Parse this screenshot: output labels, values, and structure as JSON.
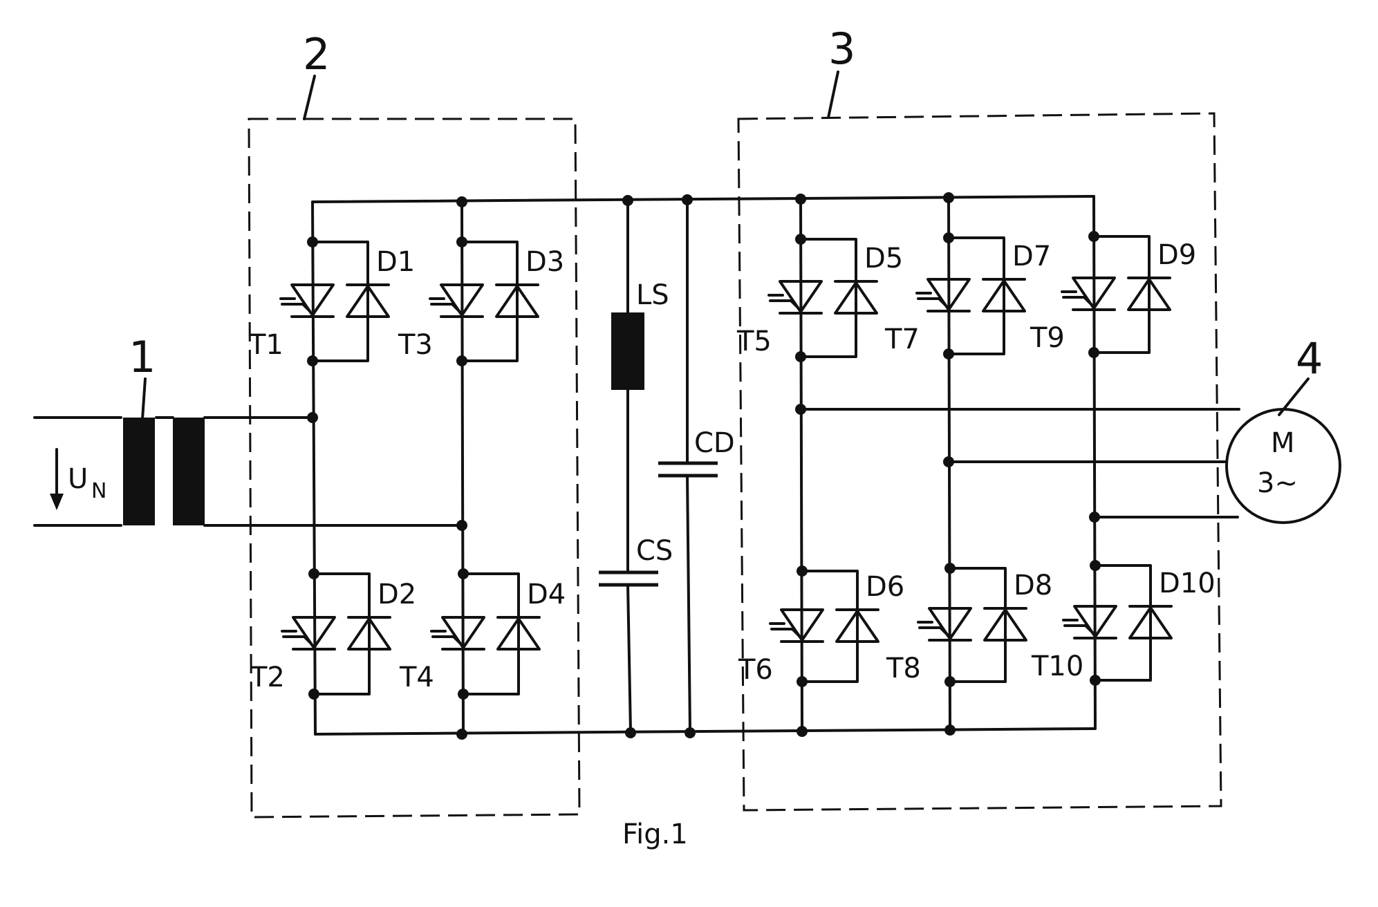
{
  "labels": {
    "transformer_ref": "1",
    "rectifier_ref": "2",
    "inverter_ref": "3",
    "motor_ref": "4",
    "voltage_symbol": "U",
    "voltage_subscript": "N",
    "motor_line1": "M",
    "motor_line2": "3~",
    "figure_caption": "Fig.1",
    "inductor": "LS",
    "capacitor_series": "CS",
    "capacitor_dc": "CD"
  },
  "switch_cells": [
    {
      "thyristor": "T1",
      "diode": "D1"
    },
    {
      "thyristor": "T2",
      "diode": "D2"
    },
    {
      "thyristor": "T3",
      "diode": "D3"
    },
    {
      "thyristor": "T4",
      "diode": "D4"
    },
    {
      "thyristor": "T5",
      "diode": "D5"
    },
    {
      "thyristor": "T6",
      "diode": "D6"
    },
    {
      "thyristor": "T7",
      "diode": "D7"
    },
    {
      "thyristor": "T8",
      "diode": "D8"
    },
    {
      "thyristor": "T9",
      "diode": "D9"
    },
    {
      "thyristor": "T10",
      "diode": "D10"
    }
  ]
}
